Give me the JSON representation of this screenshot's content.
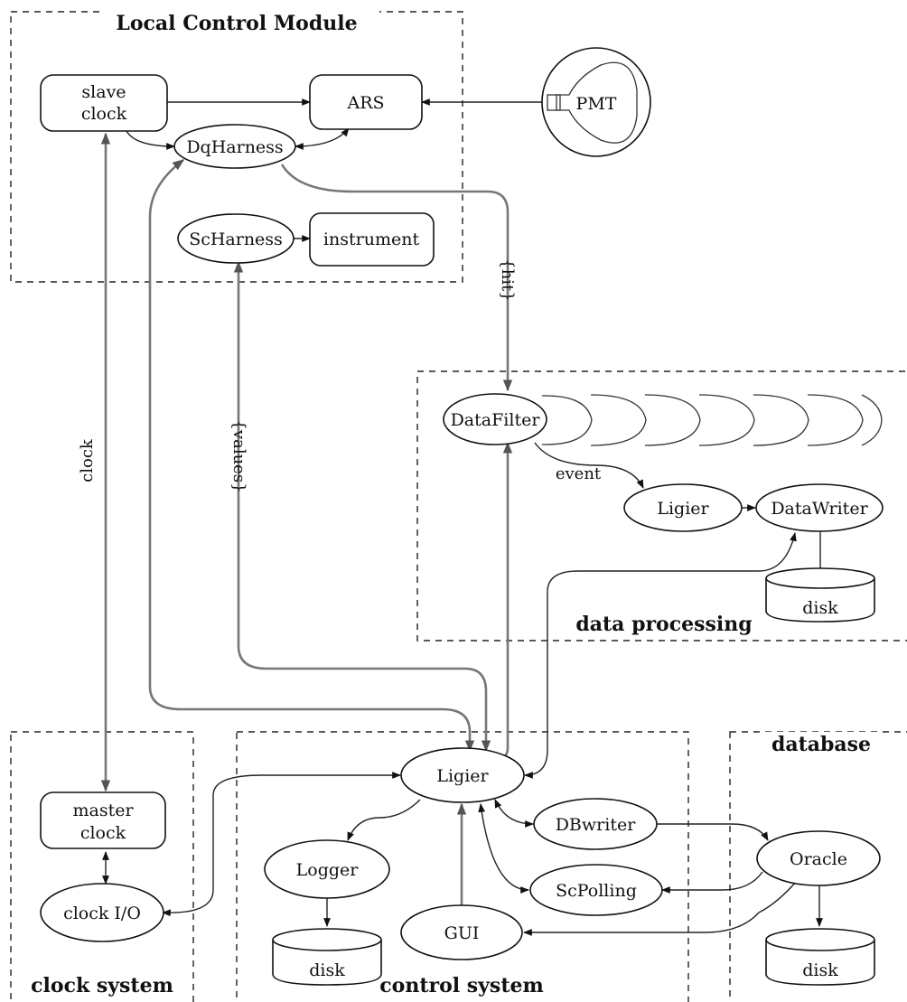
{
  "groups": {
    "local_control": "Local Control Module",
    "data_processing": "data processing",
    "clock_system": "clock system",
    "control_system": "control system",
    "database": "database"
  },
  "nodes": {
    "slave_clock_line1": "slave",
    "slave_clock_line2": "clock",
    "ars": "ARS",
    "pmt": "PMT",
    "dqharness": "DqHarness",
    "scharness": "ScHarness",
    "instrument": "instrument",
    "datafilter": "DataFilter",
    "ligier_dp": "Ligier",
    "datawriter": "DataWriter",
    "disk_dp": "disk",
    "master_clock_line1": "master",
    "master_clock_line2": "clock",
    "clock_io": "clock I/O",
    "ligier_main": "Ligier",
    "logger": "Logger",
    "disk_logger": "disk",
    "gui": "GUI",
    "dbwriter": "DBwriter",
    "scpolling": "ScPolling",
    "oracle": "Oracle",
    "disk_db": "disk"
  },
  "edge_labels": {
    "hit": "{hit}",
    "values": "{values}",
    "clock": "clock",
    "event": "event"
  }
}
